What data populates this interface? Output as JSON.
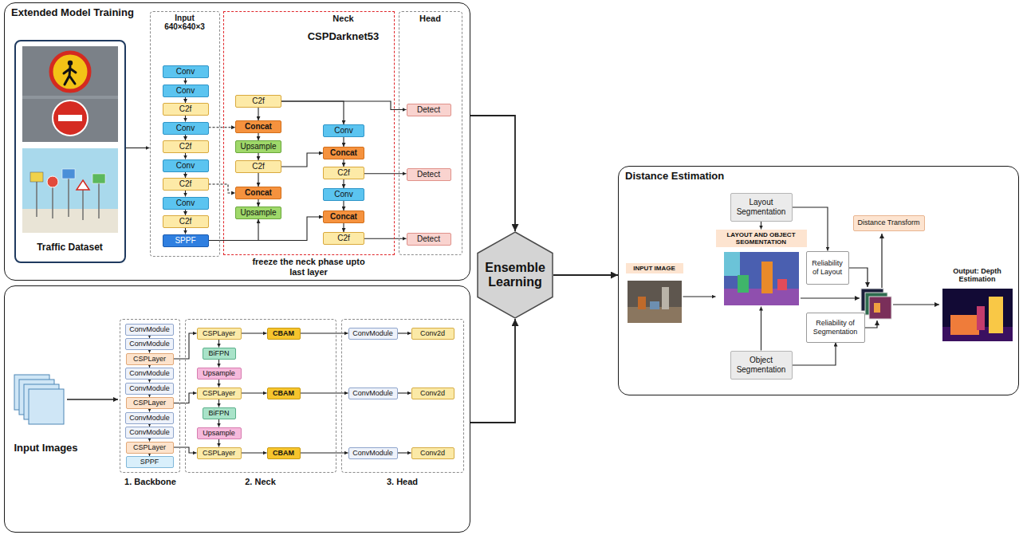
{
  "diagram": {
    "nodes": [
      {
        "text": [
          "Extended Model Training"
        ]
      },
      {
        "text": [
          "Traffic Dataset"
        ],
        "in": 0
      },
      {
        "text": [
          "Input 640×640×3"
        ],
        "in": 0
      },
      {
        "text": [
          "Conv"
        ],
        "in": 2
      },
      {
        "text": [
          "Conv"
        ],
        "in": 2
      },
      {
        "text": [
          "C2f"
        ],
        "in": 2
      },
      {
        "text": [
          "Conv"
        ],
        "in": 2
      },
      {
        "text": [
          "C2f"
        ],
        "in": 2
      },
      {
        "text": [
          "Conv"
        ],
        "in": 2
      },
      {
        "text": [
          "C2f"
        ],
        "in": 2
      },
      {
        "text": [
          "Conv"
        ],
        "in": 2
      },
      {
        "text": [
          "C2f"
        ],
        "in": 2
      },
      {
        "text": [
          "SPPF"
        ],
        "in": 2
      },
      {
        "text": [
          "Neck",
          "CSPDarknet53"
        ],
        "in": 0
      },
      {
        "text": [
          "C2f"
        ],
        "in": 13
      },
      {
        "text": [
          "Concat"
        ],
        "in": 13
      },
      {
        "text": [
          "Upsample"
        ],
        "in": 13
      },
      {
        "text": [
          "C2f"
        ],
        "in": 13
      },
      {
        "text": [
          "Concat"
        ],
        "in": 13
      },
      {
        "text": [
          "Upsample"
        ],
        "in": 13
      },
      {
        "text": [
          "Conv"
        ],
        "in": 13
      },
      {
        "text": [
          "Concat"
        ],
        "in": 13
      },
      {
        "text": [
          "C2f"
        ],
        "in": 13
      },
      {
        "text": [
          "Conv"
        ],
        "in": 13
      },
      {
        "text": [
          "Concat"
        ],
        "in": 13
      },
      {
        "text": [
          "C2f"
        ],
        "in": 13
      },
      {
        "text": [
          "Head"
        ],
        "in": 0
      },
      {
        "text": [
          "Detect"
        ],
        "in": 26
      },
      {
        "text": [
          "Detect"
        ],
        "in": 26
      },
      {
        "text": [
          "Detect"
        ],
        "in": 26
      },
      {
        "text": [
          "Input Images"
        ]
      },
      {
        "text": [
          "1. Backbone"
        ],
        "in": 30
      },
      {
        "text": [
          "ConvModule"
        ],
        "in": 31
      },
      {
        "text": [
          "ConvModule"
        ],
        "in": 31
      },
      {
        "text": [
          "CSPLayer"
        ],
        "in": 31
      },
      {
        "text": [
          "ConvModule"
        ],
        "in": 31
      },
      {
        "text": [
          "ConvModule"
        ],
        "in": 31
      },
      {
        "text": [
          "CSPLayer"
        ],
        "in": 31
      },
      {
        "text": [
          "ConvModule"
        ],
        "in": 31
      },
      {
        "text": [
          "ConvModule"
        ],
        "in": 31
      },
      {
        "text": [
          "CSPLayer"
        ],
        "in": 31
      },
      {
        "text": [
          "SPPF"
        ],
        "in": 31
      },
      {
        "text": [
          "2. Neck"
        ],
        "in": 30
      },
      {
        "text": [
          "CSPLayer"
        ],
        "in": 42
      },
      {
        "text": [
          "BiFPN"
        ],
        "in": 42
      },
      {
        "text": [
          "Upsample"
        ],
        "in": 42
      },
      {
        "text": [
          "CSPLayer"
        ],
        "in": 42
      },
      {
        "text": [
          "BiFPN"
        ],
        "in": 42
      },
      {
        "text": [
          "Upsample"
        ],
        "in": 42
      },
      {
        "text": [
          "CSPLayer"
        ],
        "in": 42
      },
      {
        "text": [
          "CBAM"
        ],
        "in": 42
      },
      {
        "text": [
          "CBAM"
        ],
        "in": 42
      },
      {
        "text": [
          "CBAM"
        ],
        "in": 42
      },
      {
        "text": [
          "3. Head"
        ],
        "in": 30
      },
      {
        "text": [
          "ConvModule"
        ],
        "in": 53
      },
      {
        "text": [
          "Conv2d"
        ],
        "in": 53
      },
      {
        "text": [
          "ConvModule"
        ],
        "in": 53
      },
      {
        "text": [
          "Conv2d"
        ],
        "in": 53
      },
      {
        "text": [
          "ConvModule"
        ],
        "in": 53
      },
      {
        "text": [
          "Conv2d"
        ],
        "in": 53
      },
      {
        "text": [
          "Ensemble Learning"
        ]
      },
      {
        "text": [
          "Distance Estimation"
        ]
      },
      {
        "text": [
          "INPUT IMAGE"
        ],
        "in": 61
      },
      {
        "text": [
          "Layout Segmentation"
        ],
        "in": 61
      },
      {
        "text": [
          "LAYOUT AND OBJECT SEGMENTATION"
        ],
        "in": 61
      },
      {
        "text": [
          "Object Segmentation"
        ],
        "in": 61
      },
      {
        "text": [
          "Reliability of Layout"
        ],
        "in": 61
      },
      {
        "text": [
          "Reliability of Segmentation"
        ],
        "in": 61
      },
      {
        "text": [
          "Distance Transform"
        ],
        "in": 61
      },
      {
        "text": [
          "Output: Depth Estimation"
        ],
        "in": 61
      }
    ],
    "edges": [
      {
        "from": 1,
        "to": 2,
        "arrow": "to"
      },
      {
        "from": 3,
        "to": 4,
        "arrow": "to"
      },
      {
        "from": 4,
        "to": 5,
        "arrow": "to"
      },
      {
        "from": 5,
        "to": 6,
        "arrow": "to"
      },
      {
        "from": 6,
        "to": 7,
        "arrow": "to"
      },
      {
        "from": 7,
        "to": 8,
        "arrow": "to"
      },
      {
        "from": 8,
        "to": 9,
        "arrow": "to"
      },
      {
        "from": 9,
        "to": 10,
        "arrow": "to"
      },
      {
        "from": 10,
        "to": 11,
        "arrow": "to"
      },
      {
        "from": 11,
        "to": 12,
        "arrow": "to"
      },
      {
        "from": 14,
        "to": 27,
        "arrow": "to"
      },
      {
        "from": 14,
        "to": 15,
        "arrow": "to"
      },
      {
        "from": 6,
        "to": 15,
        "arrow": "to"
      },
      {
        "from": 15,
        "to": 16,
        "arrow": "to"
      },
      {
        "from": 16,
        "to": 17,
        "arrow": "to"
      },
      {
        "from": 17,
        "to": 18,
        "arrow": "to"
      },
      {
        "from": 9,
        "to": 18,
        "arrow": "to"
      },
      {
        "from": 18,
        "to": 19,
        "arrow": "to"
      },
      {
        "from": 12,
        "to": 19,
        "arrow": "to"
      },
      {
        "from": 12,
        "to": 24,
        "arrow": "to"
      },
      {
        "from": 14,
        "to": 20,
        "arrow": "to"
      },
      {
        "from": 20,
        "to": 21,
        "arrow": "to"
      },
      {
        "from": 21,
        "to": 22,
        "arrow": "to"
      },
      {
        "from": 22,
        "to": 23,
        "arrow": "to"
      },
      {
        "from": 23,
        "to": 24,
        "arrow": "to"
      },
      {
        "from": 24,
        "to": 25,
        "arrow": "to"
      },
      {
        "from": 17,
        "to": 21,
        "arrow": "to"
      },
      {
        "from": 22,
        "to": 28,
        "arrow": "to"
      },
      {
        "from": 25,
        "to": 29,
        "arrow": "to"
      },
      {
        "from": 32,
        "to": 33,
        "arrow": "to"
      },
      {
        "from": 33,
        "to": 34,
        "arrow": "to"
      },
      {
        "from": 34,
        "to": 35,
        "arrow": "to"
      },
      {
        "from": 35,
        "to": 36,
        "arrow": "to"
      },
      {
        "from": 36,
        "to": 37,
        "arrow": "to"
      },
      {
        "from": 37,
        "to": 38,
        "arrow": "to"
      },
      {
        "from": 38,
        "to": 39,
        "arrow": "to"
      },
      {
        "from": 39,
        "to": 40,
        "arrow": "to"
      },
      {
        "from": 40,
        "to": 41,
        "arrow": "to"
      },
      {
        "from": 34,
        "to": 43,
        "arrow": "to"
      },
      {
        "from": 37,
        "to": 46,
        "arrow": "to"
      },
      {
        "from": 40,
        "to": 49,
        "arrow": "to"
      },
      {
        "from": 43,
        "to": 44,
        "arrow": "to"
      },
      {
        "from": 44,
        "to": 45,
        "arrow": "to"
      },
      {
        "from": 45,
        "to": 46,
        "arrow": "to"
      },
      {
        "from": 46,
        "to": 47,
        "arrow": "to"
      },
      {
        "from": 47,
        "to": 48,
        "arrow": "to"
      },
      {
        "from": 48,
        "to": 49,
        "arrow": "to"
      },
      {
        "from": 43,
        "to": 50,
        "arrow": "to"
      },
      {
        "from": 46,
        "to": 51,
        "arrow": "to"
      },
      {
        "from": 49,
        "to": 52,
        "arrow": "to"
      },
      {
        "from": 50,
        "to": 54,
        "arrow": "to"
      },
      {
        "from": 54,
        "to": 55,
        "arrow": "to"
      },
      {
        "from": 51,
        "to": 56,
        "arrow": "to"
      },
      {
        "from": 56,
        "to": 57,
        "arrow": "to"
      },
      {
        "from": 52,
        "to": 58,
        "arrow": "to"
      },
      {
        "from": 58,
        "to": 59,
        "arrow": "to"
      },
      {
        "from": 0,
        "to": 60,
        "arrow": "to"
      },
      {
        "from": 30,
        "to": 60,
        "arrow": "to"
      },
      {
        "from": 60,
        "to": 61,
        "arrow": "to"
      },
      {
        "from": 62,
        "to": 64,
        "arrow": "to"
      },
      {
        "from": 63,
        "to": 64,
        "arrow": "to"
      },
      {
        "from": 65,
        "to": 64,
        "arrow": "to"
      },
      {
        "from": 63,
        "to": 66,
        "arrow": "to"
      },
      {
        "from": 65,
        "to": 67,
        "arrow": "to"
      }
    ],
    "labels": [
      "freeze the neck phase upto last layer"
    ]
  }
}
